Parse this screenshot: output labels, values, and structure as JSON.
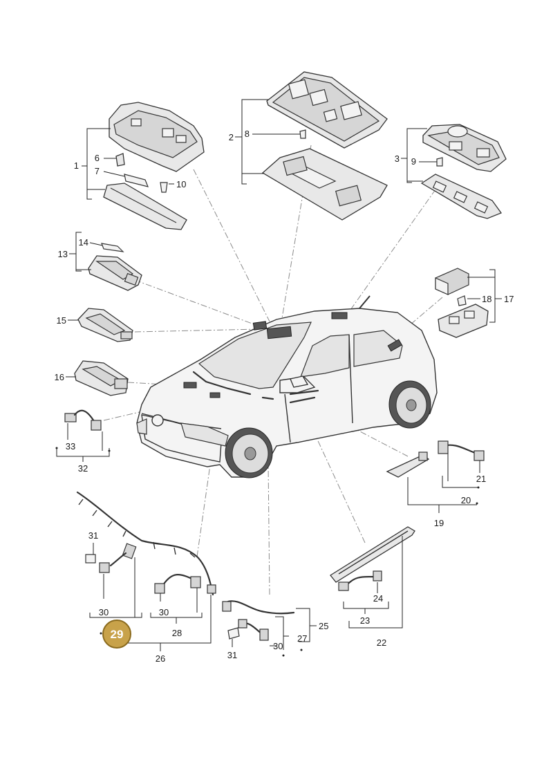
{
  "callouts": {
    "c1": "1",
    "c2": "2",
    "c3": "3",
    "c6": "6",
    "c7": "7",
    "c8": "8",
    "c9": "9",
    "c10": "10",
    "c13": "13",
    "c14": "14",
    "c15": "15",
    "c16": "16",
    "c17": "17",
    "c18": "18",
    "c19": "19",
    "c20": "20",
    "c21": "21",
    "c22": "22",
    "c23": "23",
    "c24": "24",
    "c25": "25",
    "c26": "26",
    "c27": "27",
    "c28": "28",
    "c30a": "30",
    "c30b": "30",
    "c30c": "30",
    "c31a": "31",
    "c31b": "31",
    "c32": "32",
    "c33": "33"
  },
  "highlighted_part": "29",
  "colors": {
    "highlight_fill": "#c8a24a",
    "highlight_stroke": "#8b6b1e",
    "line": "#333333"
  }
}
